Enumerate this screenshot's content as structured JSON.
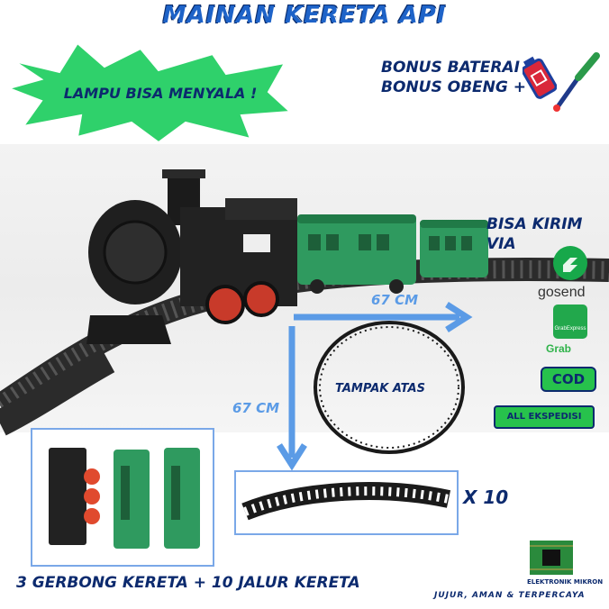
{
  "title": "MAINAN KERETA API",
  "burst_text": "LAMPU BISA MENYALA !",
  "bonus": {
    "line1": "BONUS BATERAI",
    "line2": "BONUS OBENG +"
  },
  "shipping": {
    "heading_line1": "BISA KIRIM",
    "heading_line2": "VIA",
    "gosend": "gosend",
    "grabexpress_badge": "GrabExpress",
    "grab": "Grab",
    "cod": "COD",
    "all": "ALL EKSPEDISI"
  },
  "dimensions": {
    "horizontal": "67 CM",
    "vertical": "67 CM",
    "top_view": "TAMPAK ATAS"
  },
  "track_count": "X 10",
  "bottom_caption": "3 GERBONG KERETA + 10 JALUR KERETA",
  "shop": {
    "name": "ELEKTRONIK MIKRON",
    "tagline": "JUJUR, AMAN & TERPERCAYA"
  },
  "colors": {
    "title": "#1e63c8",
    "text_dark": "#0c2a6e",
    "burst_green": "#2fd16b",
    "wagon_green": "#2f9a5f",
    "dimension_blue": "#5b9be6",
    "gosend_green": "#17a84a"
  },
  "icons": [
    "battery-icon",
    "screwdriver-icon",
    "gosend-logo-icon",
    "grabexpress-logo-icon",
    "shop-logo-icon"
  ]
}
